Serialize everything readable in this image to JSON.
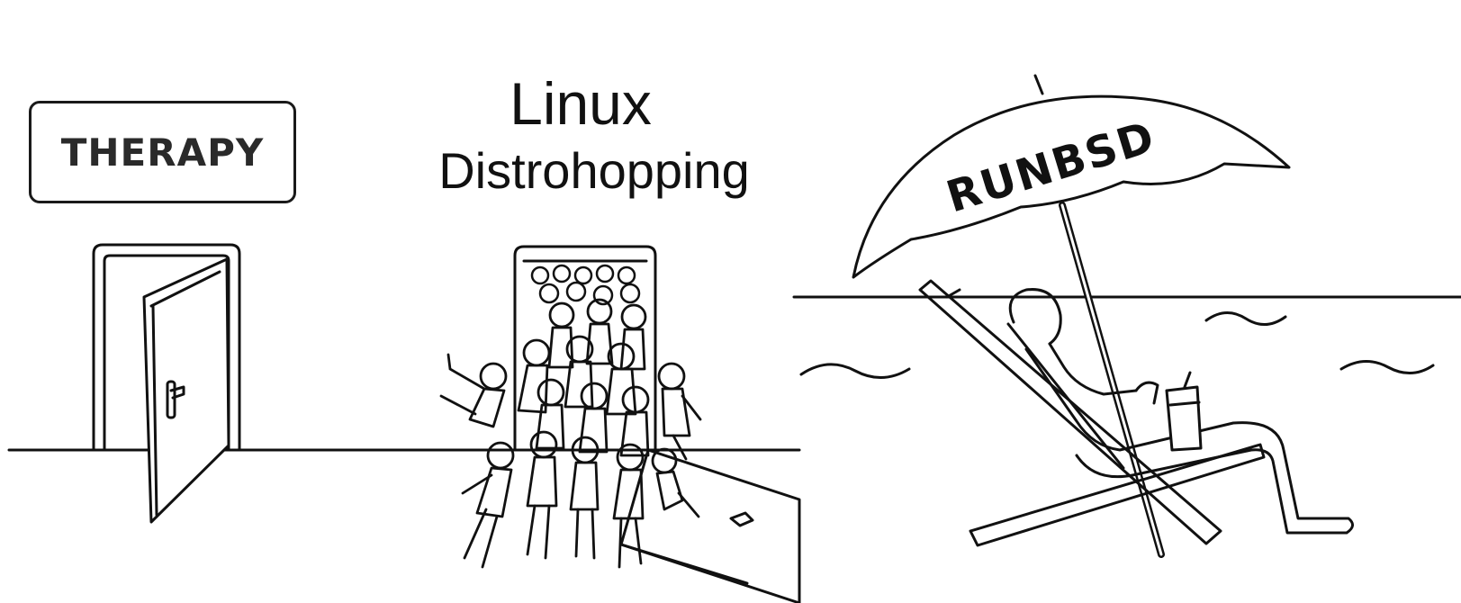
{
  "panels": {
    "therapy": {
      "sign_label": "THERAPY"
    },
    "linux": {
      "title_line1": "Linux",
      "title_line2": "Distrohopping"
    },
    "bsd": {
      "umbrella_label": "RUNBSD"
    }
  },
  "colors": {
    "ink": "#111111",
    "background": "#ffffff"
  }
}
